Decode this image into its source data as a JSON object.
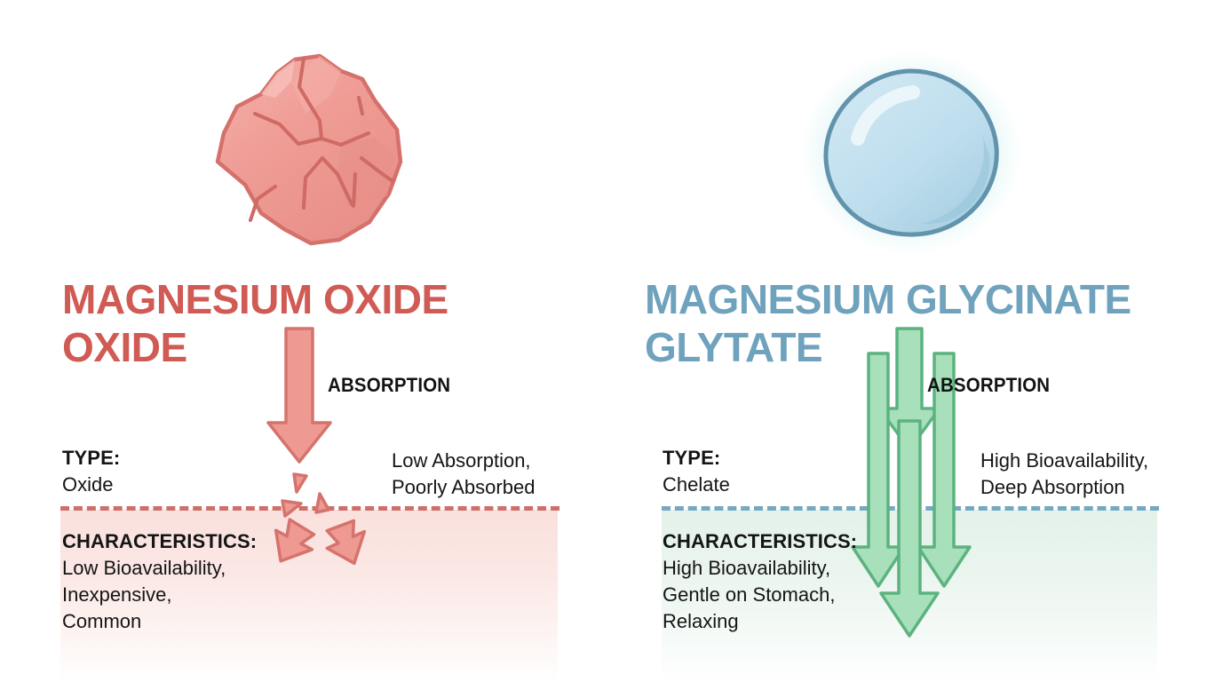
{
  "background": "#ffffff",
  "panels": [
    {
      "id": "magnesium-oxide",
      "accent": "#d05a54",
      "title": "MAGNESIUM OXIDE\nOXIDE",
      "illustration": "mineral-rock-icon",
      "absorption_label": "ABSORPTION",
      "type_lead": "TYPE:",
      "type_body": "Oxide",
      "characteristics_lead": "CHARACTERISTICS:",
      "characteristics_body": "Low Bioavailability,\nInexpensive,\nCommon",
      "note": "Low Absorption,\nPoorly Absorbed",
      "arrow_color": "#ee9a93",
      "arrow_stroke": "#d5736c",
      "barrier_color": "#cf6f69",
      "zone_color": "#fae0dd"
    },
    {
      "id": "magnesium-glycinate",
      "accent": "#6fa2bd",
      "title": "MAGNESIUM GLYCINATE\nGLYTATE",
      "illustration": "liquid-droplet-icon",
      "absorption_label": "ABSORPTION",
      "type_lead": "TYPE:",
      "type_body": "Chelate",
      "characteristics_lead": "CHARACTERISTICS:",
      "characteristics_body": "High Bioavailability,\nGentle on Stomach,\nRelaxing",
      "note": "High Bioavailability,\nDeep Absorption",
      "arrow_color": "#a8e0bc",
      "arrow_stroke": "#5cb37f",
      "barrier_color": "#76a8c2",
      "zone_color": "#e3f2ea"
    }
  ]
}
